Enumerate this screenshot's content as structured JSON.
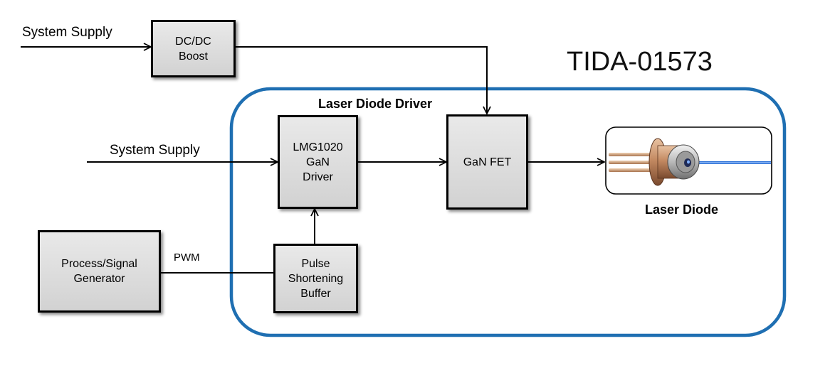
{
  "diagram": {
    "title": "TIDA-01573",
    "group_label": "Laser Diode Driver",
    "inputs": {
      "supply_top": "System Supply",
      "supply_mid": "System Supply",
      "pwm": "PWM"
    },
    "blocks": {
      "dcdc": "DC/DC\nBoost",
      "lmg": "LMG1020\nGaN\nDriver",
      "gan": "GaN FET",
      "process": "Process/Signal\nGenerator",
      "pulse": "Pulse\nShortening\nBuffer"
    },
    "laser_label": "Laser Diode",
    "colors": {
      "group_border": "#1f6fb2",
      "laser_beam": "#2a6fd6",
      "laser_body": "#c8926a",
      "block_border": "#000000"
    }
  }
}
